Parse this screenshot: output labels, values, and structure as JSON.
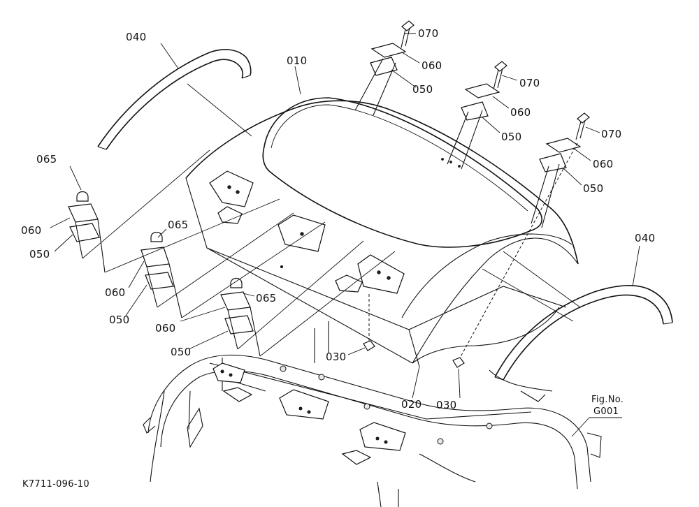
{
  "part_labels": {
    "l010": "010",
    "l020": "020",
    "l030a": "030",
    "l030b": "030",
    "l040a": "040",
    "l040b": "040",
    "l050a": "050",
    "l050b": "050",
    "l050c": "050",
    "l050d": "050",
    "l050e": "050",
    "l050f": "050",
    "l060a": "060",
    "l060b": "060",
    "l060c": "060",
    "l060d": "060",
    "l060e": "060",
    "l060f": "060",
    "l065a": "065",
    "l065b": "065",
    "l065c": "065",
    "l070a": "070",
    "l070b": "070",
    "l070c": "070"
  },
  "fig_ref": {
    "line1": "Fig.No.",
    "line2": "G001"
  },
  "drawing_code": "K7711-096-10"
}
